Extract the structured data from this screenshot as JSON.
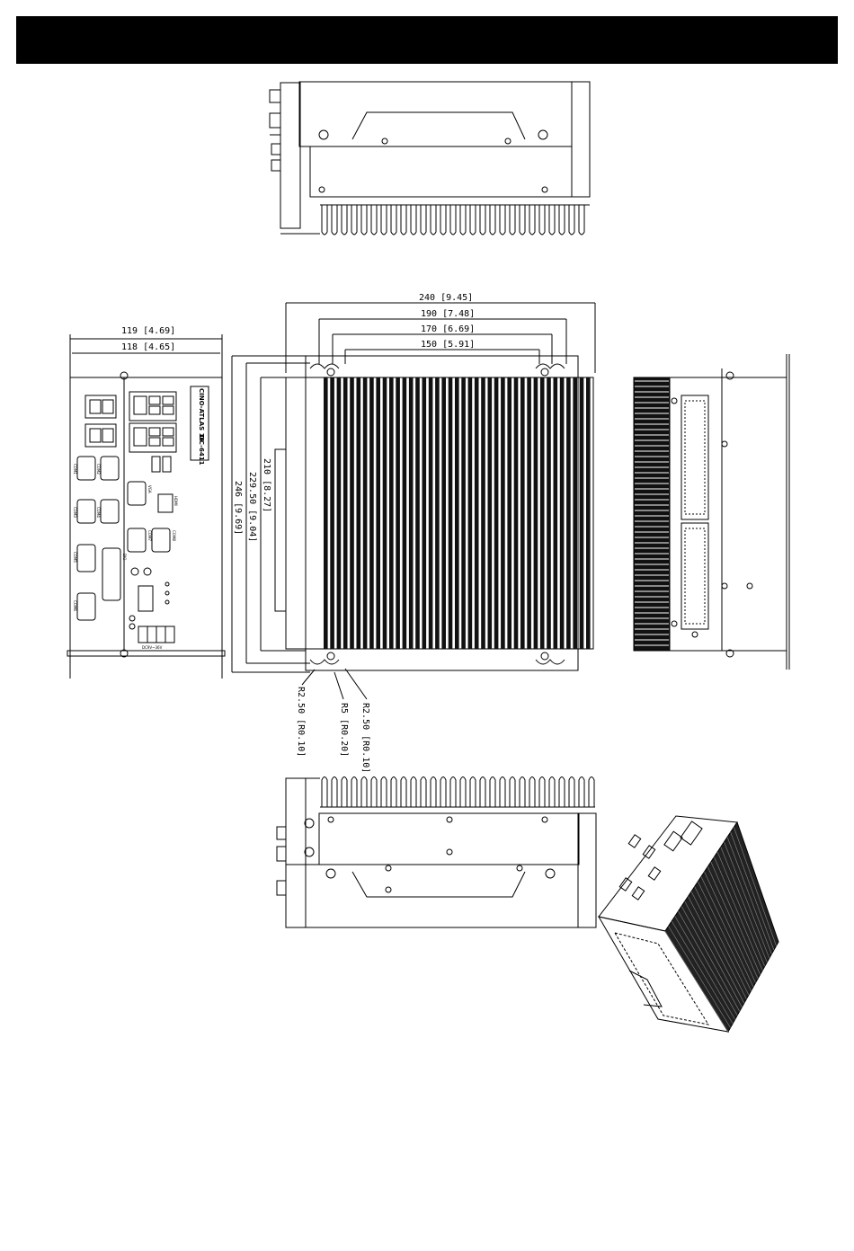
{
  "header": {
    "title": ""
  },
  "drawing": {
    "line_color": "#000000",
    "fill_color": "#ffffff",
    "heatsink_color": "#111111",
    "dimensions": {
      "width_240": "240 [9.45]",
      "width_190": "190 [7.48]",
      "width_170": "170 [6.69]",
      "width_150": "150 [5.91]",
      "front_119": "119 [4.69]",
      "front_118": "118 [4.65]",
      "depth_210": "210 [8.27]",
      "depth_2295": "229.50 [9.04]",
      "depth_246": "246 [9.69]",
      "radius_250_left": "R2.50 [R0.10]",
      "radius_5": "R5 [R0.20]",
      "radius_250_right": "R2.50 [R0.10]"
    },
    "panel_labels": {
      "brand_top": "CINO-ATLAS 16",
      "brand_bottom": "DC-6411",
      "terminal_label": "DC9V~36V",
      "com1": "COM1",
      "com2": "COM2",
      "com3": "COM3",
      "com4": "COM4",
      "com5": "COM5",
      "com6": "COM6",
      "com7": "COM7",
      "com8": "COM8",
      "vga": "VGA",
      "hdmi": "HDMI",
      "dio": "DIO"
    }
  }
}
